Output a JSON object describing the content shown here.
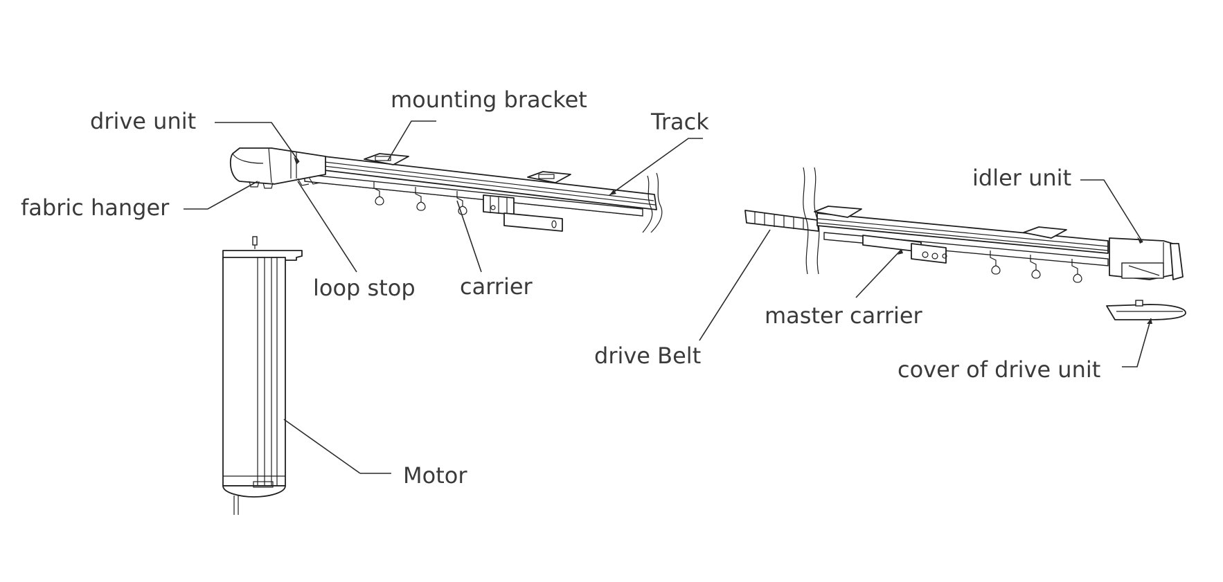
{
  "diagram": {
    "labels": {
      "drive_unit": "drive unit",
      "mounting_bracket": "mounting bracket",
      "track": "Track",
      "fabric_hanger": "fabric hanger",
      "loop_stop": "loop stop",
      "carrier": "carrier",
      "motor": "Motor",
      "idler_unit": "idler unit",
      "master_carrier": "master carrier",
      "drive_belt": "drive Belt",
      "cover_of_drive_unit": "cover of drive unit"
    }
  }
}
